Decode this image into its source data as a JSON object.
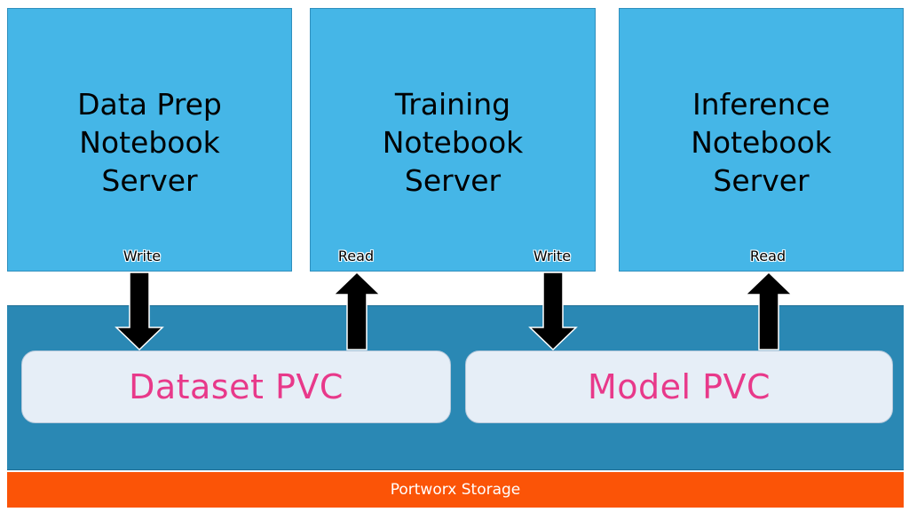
{
  "servers": [
    {
      "title_lines": [
        "Data Prep",
        "Notebook",
        "Server"
      ],
      "io_labels": [
        "Write"
      ]
    },
    {
      "title_lines": [
        "Training",
        "Notebook",
        "Server"
      ],
      "io_labels": [
        "Read",
        "Write"
      ]
    },
    {
      "title_lines": [
        "Inference",
        "Notebook",
        "Server"
      ],
      "io_labels": [
        "Read"
      ]
    }
  ],
  "pvcs": [
    {
      "label": "Dataset PVC"
    },
    {
      "label": "Model PVC"
    }
  ],
  "storage": {
    "label": "Portworx Storage"
  },
  "arrows": [
    {
      "direction": "down",
      "from": "Data Prep Notebook Server",
      "to": "Dataset PVC"
    },
    {
      "direction": "up",
      "from": "Dataset PVC",
      "to": "Training Notebook Server"
    },
    {
      "direction": "down",
      "from": "Training Notebook Server",
      "to": "Model PVC"
    },
    {
      "direction": "up",
      "from": "Model PVC",
      "to": "Inference Notebook Server"
    }
  ],
  "colors": {
    "server_fill": "#45b6e7",
    "storage_band": "#2a88b4",
    "pvc_fill": "#e6eef7",
    "pvc_text": "#e8398a",
    "footer_fill": "#fb5407",
    "arrow": "#000000"
  }
}
